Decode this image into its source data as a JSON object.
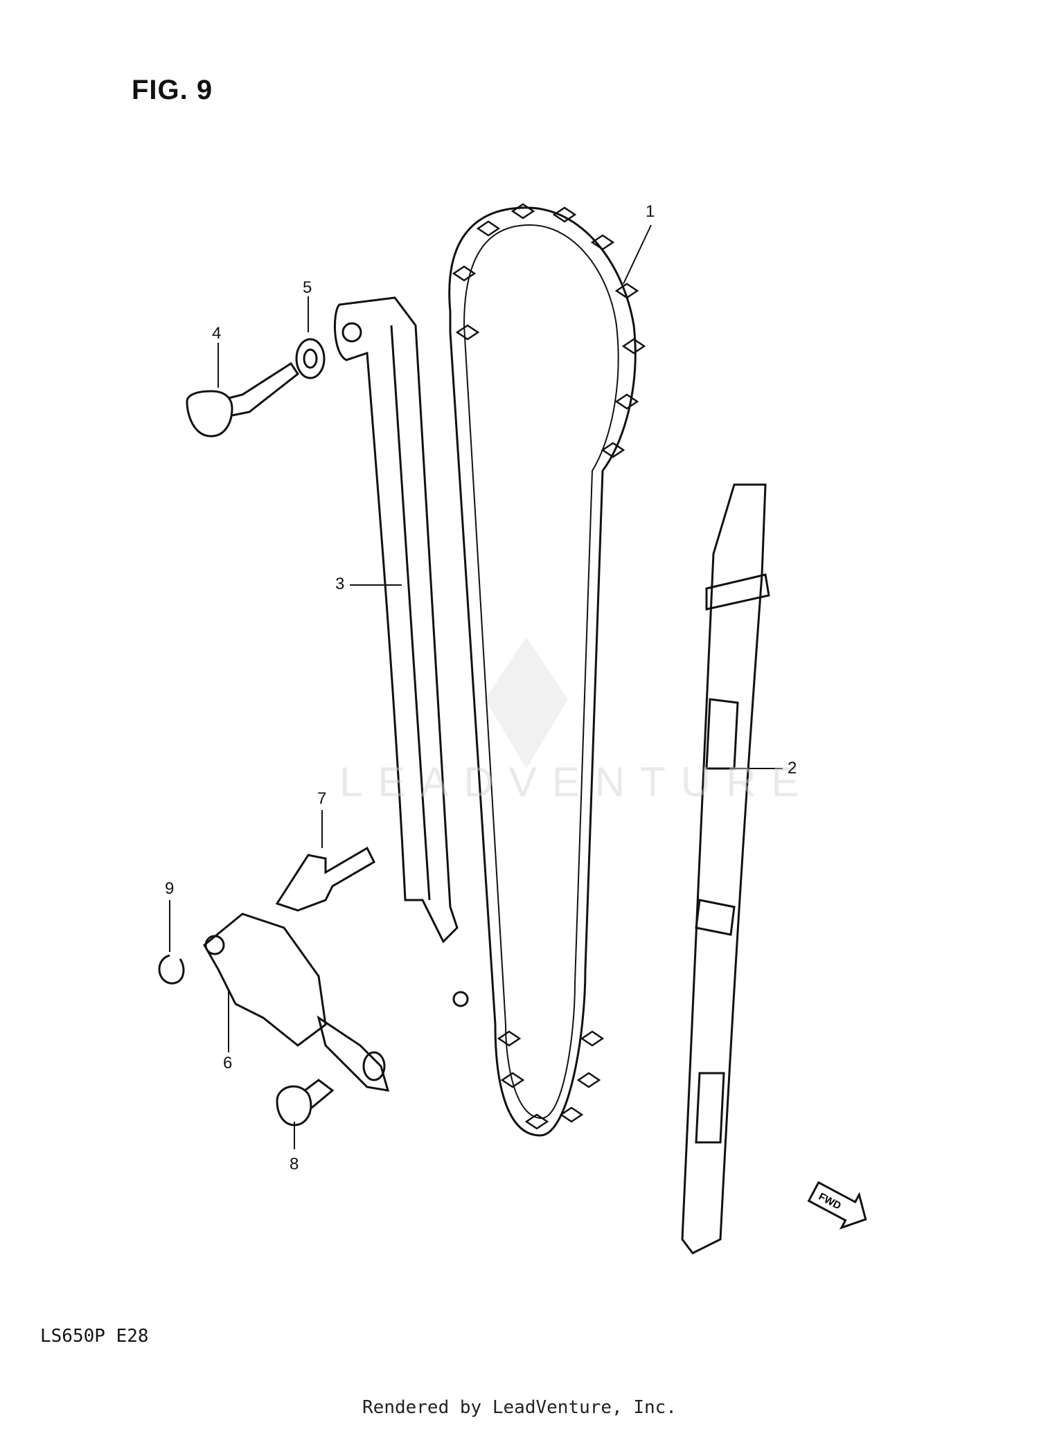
{
  "figure": {
    "title": "FIG. 9",
    "model_code": "LS650P  E28",
    "footer": "Rendered by LeadVenture, Inc.",
    "watermark": "LEADVENTURE",
    "direction_label": "FWD"
  },
  "callouts": [
    {
      "id": "1",
      "label": "1"
    },
    {
      "id": "2",
      "label": "2"
    },
    {
      "id": "3",
      "label": "3"
    },
    {
      "id": "4",
      "label": "4"
    },
    {
      "id": "5",
      "label": "5"
    },
    {
      "id": "6",
      "label": "6"
    },
    {
      "id": "7",
      "label": "7"
    },
    {
      "id": "8",
      "label": "8"
    },
    {
      "id": "9",
      "label": "9"
    }
  ]
}
